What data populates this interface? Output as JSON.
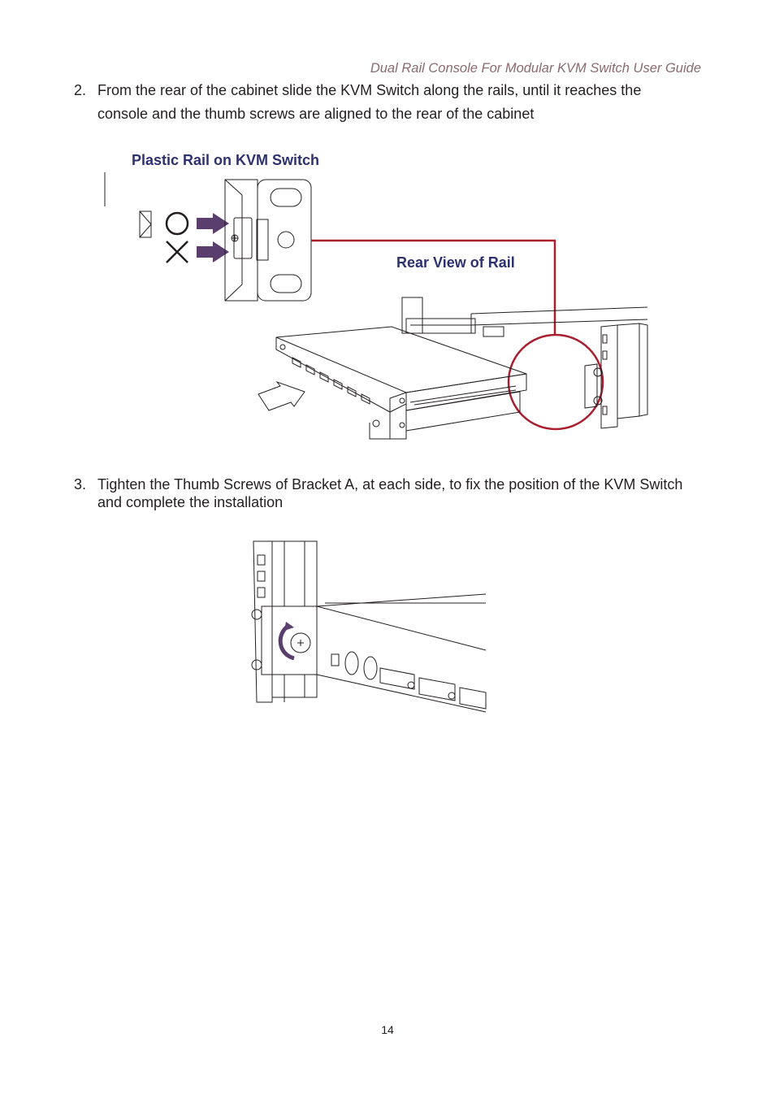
{
  "header": {
    "title": "Dual Rail Console For Modular KVM Switch User Guide"
  },
  "steps": [
    {
      "number": "2.",
      "text": "From the rear of the cabinet slide the KVM Switch along the rails, until it reaches the console and the thumb screws are aligned to the rear of the cabinet"
    },
    {
      "number": "3.",
      "text": "Tighten the Thumb Screws of Bracket A, at each side, to fix the position of the KVM Switch and complete the installation"
    }
  ],
  "figure1": {
    "label_plastic": "Plastic Rail on KVM Switch",
    "label_rear": "Rear View of Rail"
  },
  "colors": {
    "accent_purple": "#5a3e6e",
    "callout_red": "#a8202f",
    "label_blue": "#2e3170",
    "header_brown": "#8a6a6f"
  },
  "footer": {
    "page_number": "14"
  }
}
